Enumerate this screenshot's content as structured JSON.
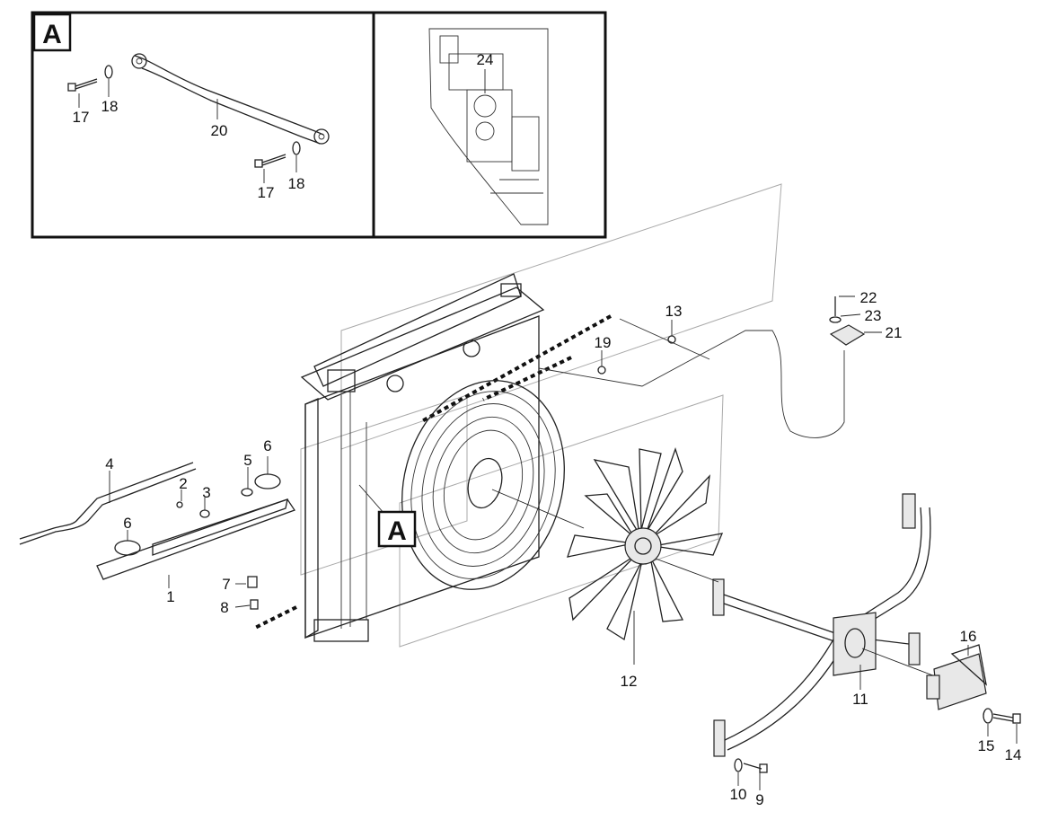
{
  "detail_view": {
    "label": "A"
  },
  "detail_callout": {
    "label": "A"
  },
  "callouts": [
    {
      "id": "c1",
      "text": "1"
    },
    {
      "id": "c2",
      "text": "2"
    },
    {
      "id": "c3",
      "text": "3"
    },
    {
      "id": "c4",
      "text": "4"
    },
    {
      "id": "c5",
      "text": "5"
    },
    {
      "id": "c6a",
      "text": "6"
    },
    {
      "id": "c6b",
      "text": "6"
    },
    {
      "id": "c7",
      "text": "7"
    },
    {
      "id": "c8",
      "text": "8"
    },
    {
      "id": "c9",
      "text": "9"
    },
    {
      "id": "c10",
      "text": "10"
    },
    {
      "id": "c11",
      "text": "11"
    },
    {
      "id": "c12",
      "text": "12"
    },
    {
      "id": "c13",
      "text": "13"
    },
    {
      "id": "c14",
      "text": "14"
    },
    {
      "id": "c15",
      "text": "15"
    },
    {
      "id": "c16",
      "text": "16"
    },
    {
      "id": "c17a",
      "text": "17"
    },
    {
      "id": "c17b",
      "text": "17"
    },
    {
      "id": "c18a",
      "text": "18"
    },
    {
      "id": "c18b",
      "text": "18"
    },
    {
      "id": "c19",
      "text": "19"
    },
    {
      "id": "c20",
      "text": "20"
    },
    {
      "id": "c21",
      "text": "21"
    },
    {
      "id": "c22",
      "text": "22"
    },
    {
      "id": "c23",
      "text": "23"
    },
    {
      "id": "c24",
      "text": "24"
    }
  ]
}
